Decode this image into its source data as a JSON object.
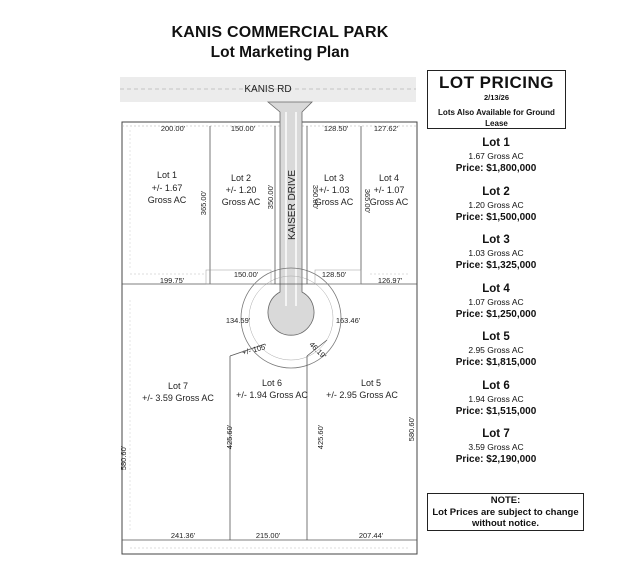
{
  "header": {
    "title": "KANIS COMMERCIAL PARK",
    "subtitle": "Lot Marketing Plan"
  },
  "pricing": {
    "heading": "LOT PRICING",
    "date": "2/13/26",
    "subheading": "Lots Also Available for Ground Lease",
    "lots": [
      {
        "name": "Lot 1",
        "acres": "1.67 Gross AC",
        "price": "Price: $1,800,000"
      },
      {
        "name": "Lot 2",
        "acres": "1.20 Gross AC",
        "price": "Price: $1,500,000"
      },
      {
        "name": "Lot 3",
        "acres": "1.03 Gross AC",
        "price": "Price: $1,325,000"
      },
      {
        "name": "Lot 4",
        "acres": "1.07 Gross AC",
        "price": "Price: $1,250,000"
      },
      {
        "name": "Lot 5",
        "acres": "2.95 Gross AC",
        "price": "Price: $1,815,000"
      },
      {
        "name": "Lot 6",
        "acres": "1.94 Gross AC",
        "price": "Price: $1,515,000"
      },
      {
        "name": "Lot 7",
        "acres": "3.59 Gross AC",
        "price": "Price: $2,190,000"
      }
    ],
    "note_title": "NOTE:",
    "note_line1": "Lot Prices are subject to change",
    "note_line2": "without notice."
  },
  "plan": {
    "road": "KANIS RD",
    "drive": "KAISER DRIVE",
    "lots": {
      "lot1": {
        "name": "Lot 1",
        "area": "+/- 1.67",
        "unit": "Gross AC"
      },
      "lot2": {
        "name": "Lot 2",
        "area": "+/- 1.20",
        "unit": "Gross AC"
      },
      "lot3": {
        "name": "Lot 3",
        "area": "+/- 1.03",
        "unit": "Gross AC"
      },
      "lot4": {
        "name": "Lot 4",
        "area": "+/- 1.07",
        "unit": "Gross AC"
      },
      "lot5": {
        "name": "Lot 5",
        "area": "+/- 2.95 Gross AC"
      },
      "lot6": {
        "name": "Lot 6",
        "area": "+/- 1.94 Gross AC"
      },
      "lot7": {
        "name": "Lot 7",
        "area": "+/- 3.59 Gross AC"
      }
    },
    "dims": {
      "d200": "200.00'",
      "d150a": "150.00'",
      "d128a": "128.50'",
      "d127": "127.62'",
      "d365a": "365.00'",
      "d350a": "350.00'",
      "d350b": "350.00'",
      "d365b": "365.00'",
      "d199": "199.75'",
      "d150b": "150.00'",
      "d128b": "128.50'",
      "d126": "126.97'",
      "d134": "134.59'",
      "d163": "163.46'",
      "d105": "+/- 105'",
      "d46": "46.19'",
      "d580a": "580.60'",
      "d580b": "580.60'",
      "d425a": "425.60'",
      "d425b": "425.60'",
      "d241": "241.36'",
      "d215": "215.00'",
      "d207": "207.44'"
    }
  }
}
